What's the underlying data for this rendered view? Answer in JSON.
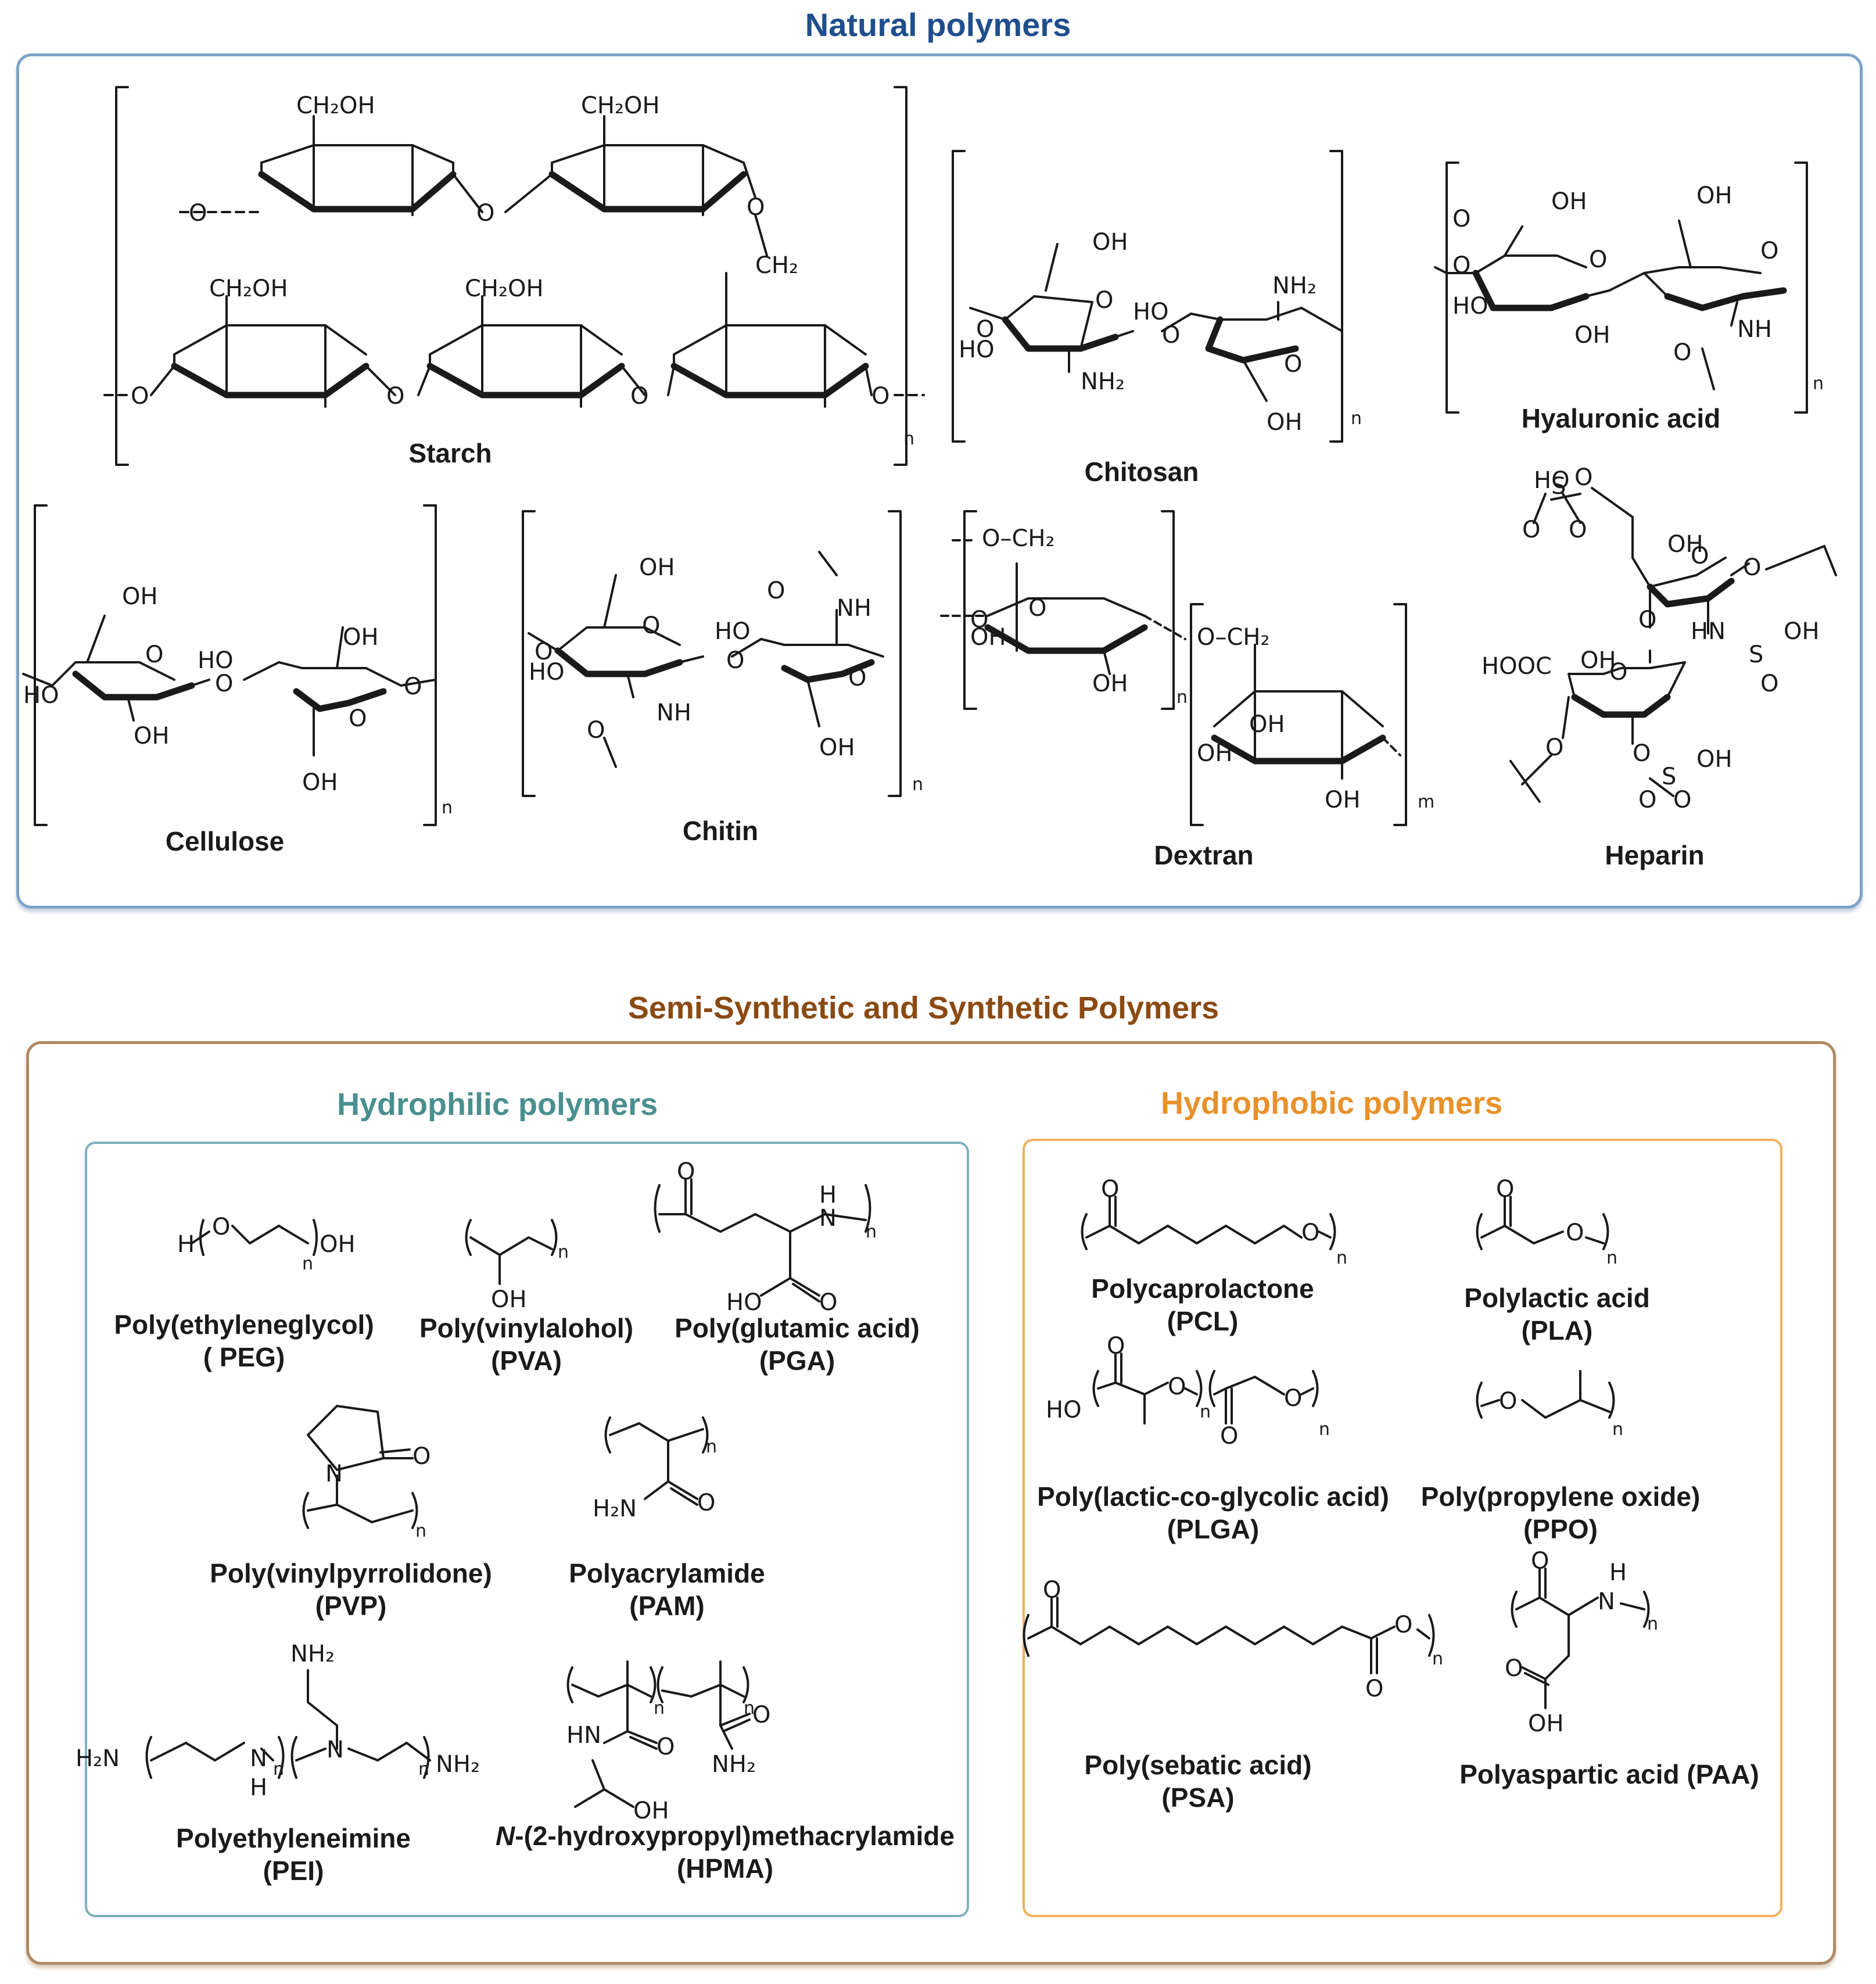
{
  "colors": {
    "natural": "#1f4e8c",
    "natural_border": "#7fa3c8",
    "synthetic": "#8a4a12",
    "synthetic_border": "#b08a66",
    "hydrophilic": "#4a8f8f",
    "hydrophilic_border": "#7fb0c0",
    "hydrophobic": "#e8912a",
    "hydrophobic_border": "#f0b060"
  },
  "natural": {
    "title": "Natural polymers",
    "items": [
      {
        "name": "Starch"
      },
      {
        "name": "Chitosan"
      },
      {
        "name": "Hyaluronic acid"
      },
      {
        "name": "Cellulose"
      },
      {
        "name": "Chitin"
      },
      {
        "name": "Dextran"
      },
      {
        "name": "Heparin"
      }
    ]
  },
  "synthetic": {
    "title": "Semi-Synthetic and Synthetic Polymers",
    "hydrophilic": {
      "title": "Hydrophilic polymers",
      "items": [
        {
          "name": "Poly(ethyleneglycol)",
          "abbr": "( PEG)"
        },
        {
          "name": "Poly(vinylalohol)",
          "abbr": "(PVA)"
        },
        {
          "name": "Poly(glutamic acid)",
          "abbr": "(PGA)"
        },
        {
          "name": "Poly(vinylpyrrolidone)",
          "abbr": "(PVP)"
        },
        {
          "name": "Polyacrylamide",
          "abbr": "(PAM)"
        },
        {
          "name": "Polyethyleneimine",
          "abbr": "(PEI)"
        },
        {
          "name_prefix": "N",
          "name": "-(2-hydroxypropyl)methacrylamide",
          "abbr": "(HPMA)"
        }
      ]
    },
    "hydrophobic": {
      "title": "Hydrophobic polymers",
      "items": [
        {
          "name": "Polycaprolactone",
          "abbr": "(PCL)"
        },
        {
          "name": "Polylactic acid",
          "abbr": "(PLA)"
        },
        {
          "name": "Poly(lactic-co-glycolic acid)",
          "abbr": "(PLGA)"
        },
        {
          "name": "Poly(propylene oxide)",
          "abbr": "(PPO)"
        },
        {
          "name": "Poly(sebatic acid)",
          "abbr": "(PSA)"
        },
        {
          "name": "Polyaspartic acid (PAA)"
        }
      ]
    }
  },
  "labels": {
    "ch2oh": "CH₂OH",
    "o": "O",
    "ch2": "CH₂",
    "n": "n",
    "m": "m",
    "oh": "OH",
    "ho": "HO",
    "nh2": "NH₂",
    "nh": "NH",
    "h2n": "H₂N",
    "hn": "HN",
    "n_atom": "N",
    "h": "H",
    "hooc": "HOOC",
    "s": "S",
    "och2": "O–CH₂"
  }
}
